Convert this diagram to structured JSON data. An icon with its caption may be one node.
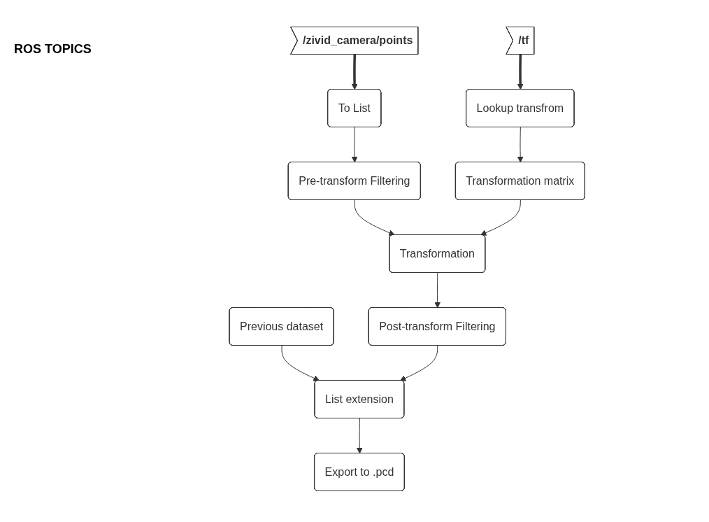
{
  "diagram": {
    "nodes": [
      {
        "text": [
          "/tf"
        ]
      },
      {
        "text": [
          "/zivid_camera/points"
        ]
      },
      {
        "text": [
          "To List"
        ]
      },
      {
        "text": [
          "Lookup transfrom"
        ]
      },
      {
        "text": [
          "Pre-transform Filtering"
        ]
      },
      {
        "text": [
          "Transformation matrix"
        ]
      },
      {
        "text": [
          "Previous dataset"
        ]
      },
      {
        "text": [
          "Transformation"
        ]
      },
      {
        "text": [
          "Post-transform Filtering"
        ]
      },
      {
        "text": [
          "List extension"
        ]
      },
      {
        "text": [
          "Export to .pcd"
        ]
      }
    ],
    "edges": [
      {
        "from": 1,
        "to": 2,
        "arrow": "to",
        "style": "thick"
      },
      {
        "from": 0,
        "to": 3,
        "arrow": "to",
        "style": "thick"
      },
      {
        "from": 2,
        "to": 4,
        "arrow": "to"
      },
      {
        "from": 3,
        "to": 5,
        "arrow": "to"
      },
      {
        "from": 4,
        "to": 7,
        "arrow": "to"
      },
      {
        "from": 5,
        "to": 7,
        "arrow": "to"
      },
      {
        "from": 7,
        "to": 8,
        "arrow": "to"
      },
      {
        "from": 6,
        "to": 9,
        "arrow": "to"
      },
      {
        "from": 8,
        "to": 9,
        "arrow": "to"
      },
      {
        "from": 9,
        "to": 10,
        "arrow": "to"
      }
    ],
    "labels": [
      "ROS TOPICS"
    ]
  }
}
